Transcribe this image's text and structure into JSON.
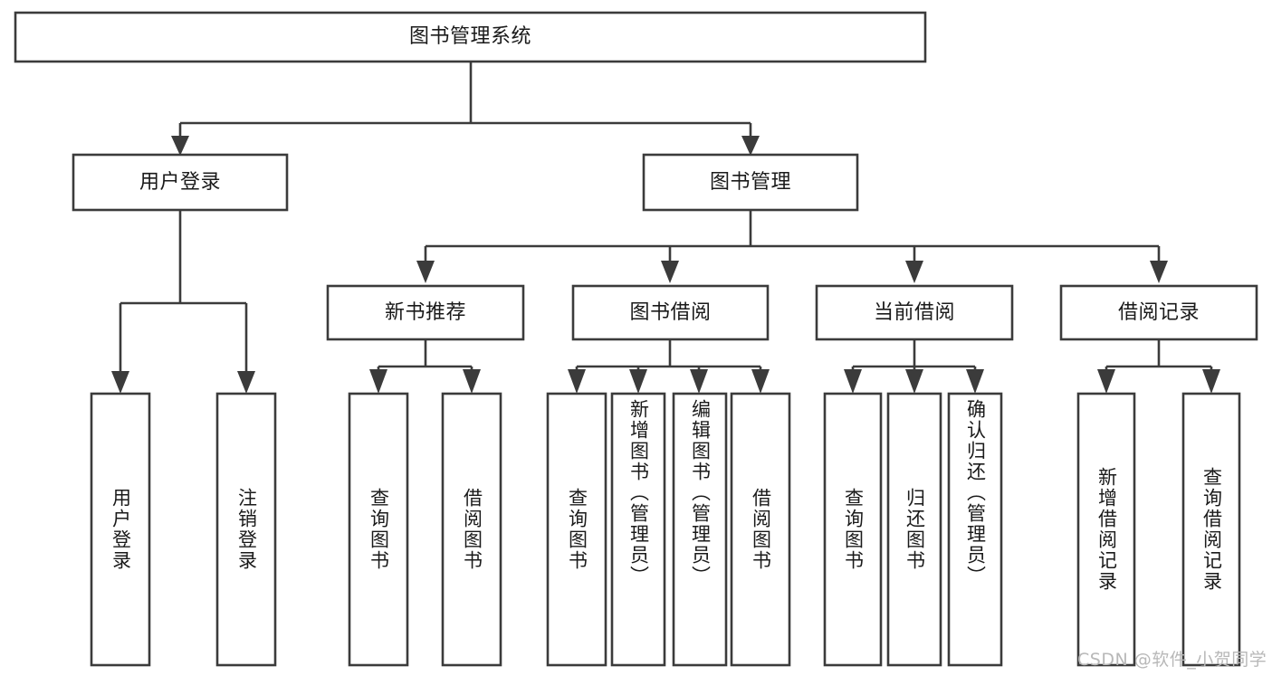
{
  "diagram": {
    "title": "图书管理系统",
    "type": "tree-hierarchy-chart",
    "root": {
      "id": "root",
      "label": "图书管理系统"
    },
    "level1": [
      {
        "id": "user-login",
        "label": "用户登录"
      },
      {
        "id": "book-manage",
        "label": "图书管理"
      }
    ],
    "level2": [
      {
        "id": "new-book-rec",
        "label": "新书推荐"
      },
      {
        "id": "book-borrow",
        "label": "图书借阅"
      },
      {
        "id": "current-borrow",
        "label": "当前借阅"
      },
      {
        "id": "borrow-record",
        "label": "借阅记录"
      }
    ],
    "leaves": {
      "user_login": [
        {
          "id": "leaf-user-login",
          "label": "用户登录"
        },
        {
          "id": "leaf-user-logout",
          "label": "注销登录"
        }
      ],
      "new_book_rec": [
        {
          "id": "leaf-query-book-1",
          "label": "查询图书"
        },
        {
          "id": "leaf-borrow-book-1",
          "label": "借阅图书"
        }
      ],
      "book_borrow": [
        {
          "id": "leaf-query-book-2",
          "label": "查询图书"
        },
        {
          "id": "leaf-add-book",
          "label": "新增图书（管理员）"
        },
        {
          "id": "leaf-edit-book",
          "label": "编辑图书（管理员）"
        },
        {
          "id": "leaf-borrow-book-2",
          "label": "借阅图书"
        }
      ],
      "current_borrow": [
        {
          "id": "leaf-query-book-3",
          "label": "查询图书"
        },
        {
          "id": "leaf-return-book",
          "label": "归还图书"
        },
        {
          "id": "leaf-confirm-return",
          "label": "确认归还（管理员）"
        }
      ],
      "borrow_record": [
        {
          "id": "leaf-add-record",
          "label": "新增借阅记录"
        },
        {
          "id": "leaf-query-record",
          "label": "查询借阅记录"
        }
      ]
    }
  },
  "watermark": {
    "text": "CSDN @软件_小贺同学"
  },
  "colors": {
    "box_stroke": "#3b3b3b",
    "box_fill": "#ffffff",
    "text": "#1a1a1a",
    "watermark": "#b8b8b8",
    "background": "#ffffff"
  }
}
